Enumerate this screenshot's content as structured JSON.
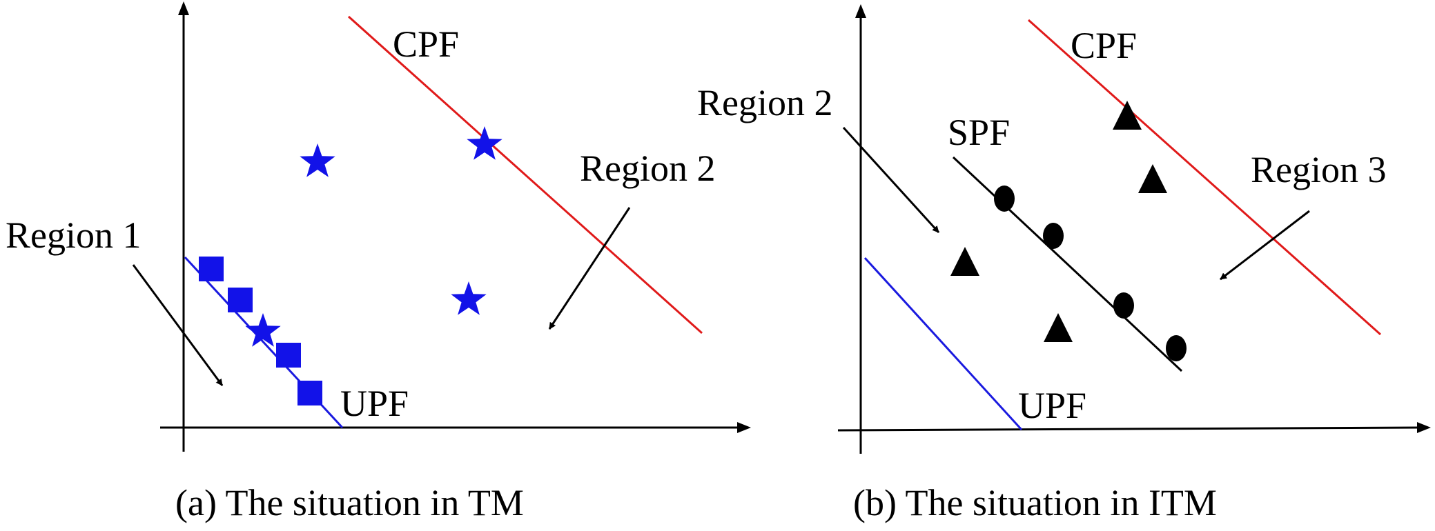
{
  "colors": {
    "upf": "#1a1adf",
    "cpf": "#e01a1a",
    "spf": "#000000",
    "markers_a": "#1212e8",
    "markers_b": "#000000",
    "axis": "#000000"
  },
  "panel_a": {
    "caption": "(a) The situation in TM",
    "labels": {
      "cpf": "CPF",
      "upf": "UPF",
      "region1": "Region 1",
      "region2": "Region 2"
    },
    "marker_types": [
      "square",
      "star"
    ]
  },
  "panel_b": {
    "caption": "(b) The situation in ITM",
    "labels": {
      "cpf": "CPF",
      "spf": "SPF",
      "upf": "UPF",
      "region2": "Region 2",
      "region3": "Region 3"
    },
    "marker_types": [
      "circle",
      "triangle"
    ]
  }
}
